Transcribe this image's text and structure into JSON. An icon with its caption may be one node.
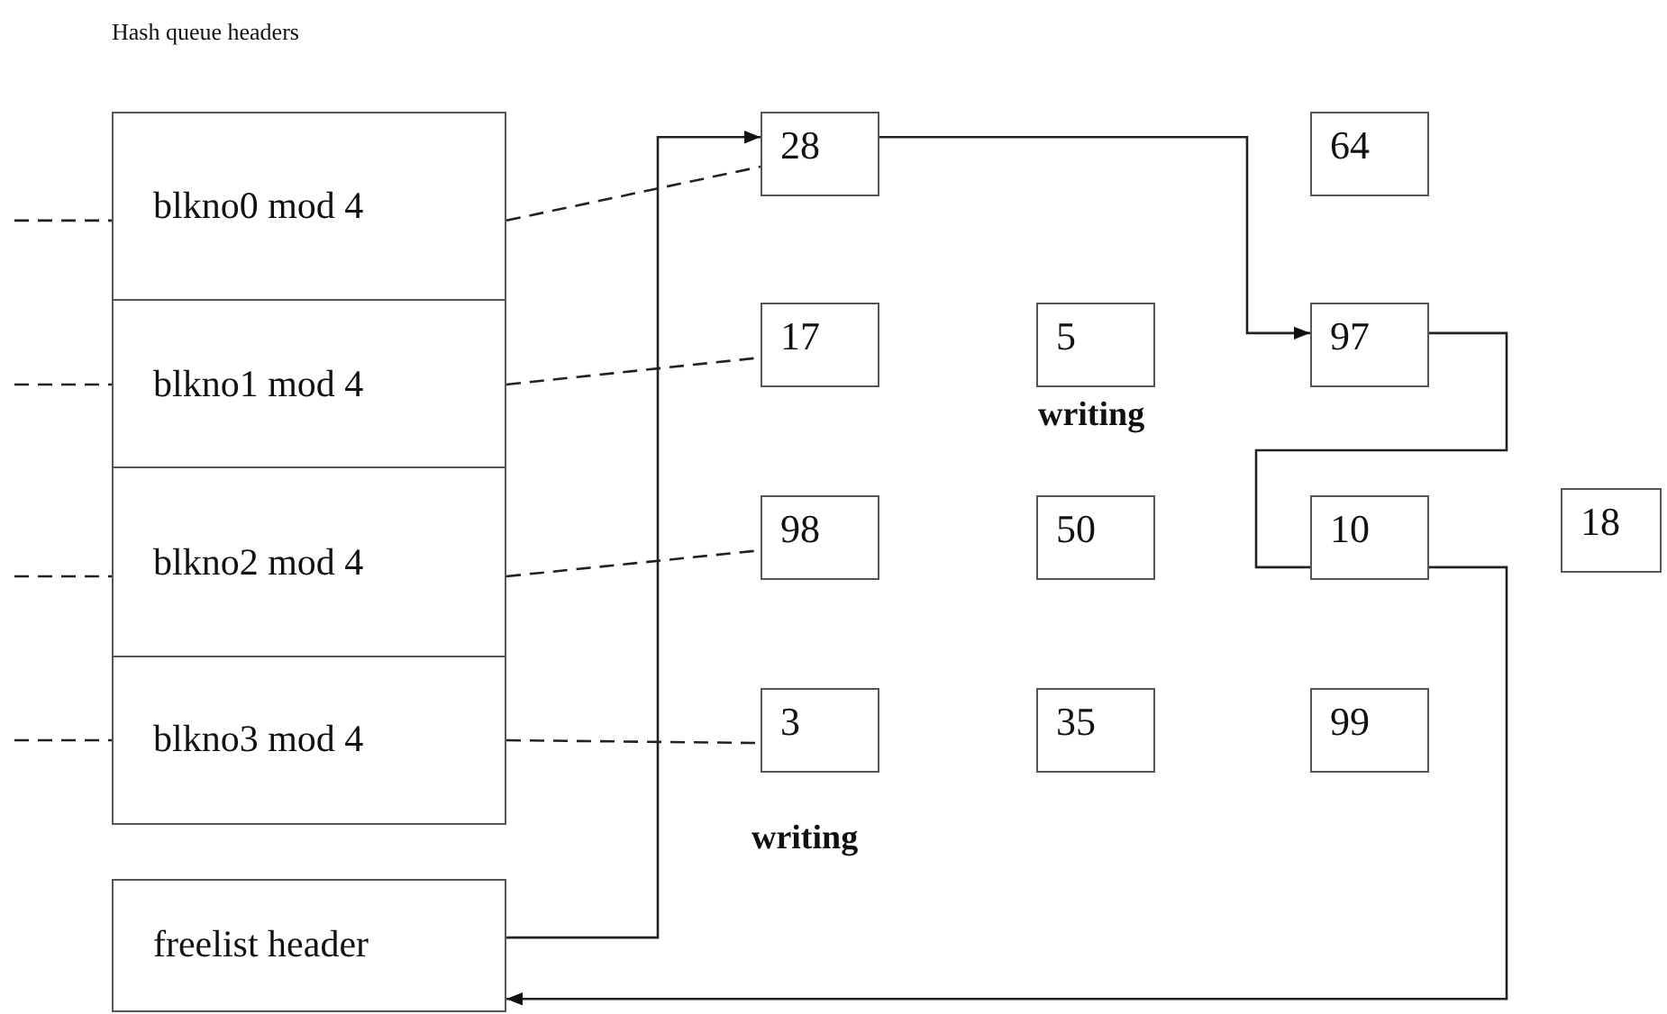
{
  "diagram": {
    "title": "Hash queue headers",
    "nodes": [
      {
        "text": [
          "blkno0 mod 4"
        ]
      },
      {
        "text": [
          "blkno1 mod 4"
        ]
      },
      {
        "text": [
          "blkno2 mod 4"
        ]
      },
      {
        "text": [
          "blkno3 mod 4"
        ]
      },
      {
        "text": [
          "freelist header"
        ]
      },
      {
        "text": [
          "28"
        ]
      },
      {
        "text": [
          "64"
        ]
      },
      {
        "text": [
          "17"
        ]
      },
      {
        "text": [
          "5"
        ],
        "beside": [
          "writing"
        ]
      },
      {
        "text": [
          "97"
        ]
      },
      {
        "text": [
          "98"
        ]
      },
      {
        "text": [
          "50"
        ]
      },
      {
        "text": [
          "10"
        ]
      },
      {
        "text": [
          "18"
        ]
      },
      {
        "text": [
          "3"
        ],
        "beside": [
          "writing"
        ]
      },
      {
        "text": [
          "35"
        ]
      },
      {
        "text": [
          "99"
        ]
      }
    ],
    "edges": [
      {
        "from": null,
        "to": 0,
        "arrow": "none",
        "style": "dashed"
      },
      {
        "from": null,
        "to": 1,
        "arrow": "none",
        "style": "dashed"
      },
      {
        "from": null,
        "to": 2,
        "arrow": "none",
        "style": "dashed"
      },
      {
        "from": null,
        "to": 3,
        "arrow": "none",
        "style": "dashed"
      },
      {
        "from": 0,
        "to": 5,
        "arrow": "none",
        "style": "dashed"
      },
      {
        "from": 1,
        "to": 7,
        "arrow": "none",
        "style": "dashed"
      },
      {
        "from": 2,
        "to": 10,
        "arrow": "none",
        "style": "dashed"
      },
      {
        "from": 3,
        "to": 14,
        "arrow": "none",
        "style": "dashed"
      },
      {
        "from": 4,
        "to": 5,
        "arrow": "to"
      },
      {
        "from": 5,
        "to": 9,
        "arrow": "to"
      },
      {
        "from": 9,
        "to": 12,
        "arrow": "none"
      },
      {
        "from": 12,
        "to": 4,
        "arrow": "to"
      }
    ]
  }
}
